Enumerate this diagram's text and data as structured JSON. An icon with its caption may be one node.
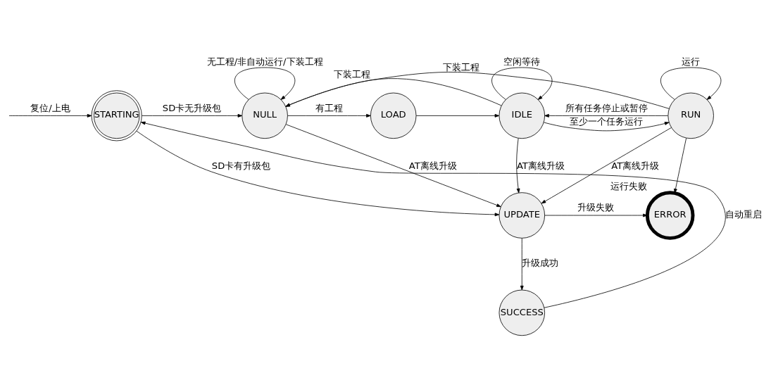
{
  "diagram": {
    "nodes": [
      {
        "text": [
          "STARTING"
        ]
      },
      {
        "text": [
          "NULL"
        ]
      },
      {
        "text": [
          "LOAD"
        ]
      },
      {
        "text": [
          "IDLE"
        ]
      },
      {
        "text": [
          "RUN"
        ]
      },
      {
        "text": [
          "UPDATE"
        ]
      },
      {
        "text": [
          "SUCCESS"
        ]
      },
      {
        "text": [
          "ERROR"
        ],
        "beside": [
          "运行失败"
        ]
      }
    ],
    "edges": [
      {
        "from": null,
        "to": 0,
        "arrow": "to",
        "label": "复位/上电"
      },
      {
        "from": 0,
        "to": 1,
        "arrow": "to",
        "label": "SD卡无升级包"
      },
      {
        "from": 1,
        "to": 1,
        "arrow": "to",
        "label": "无工程/非自动运行/下装工程"
      },
      {
        "from": 1,
        "to": 2,
        "arrow": "to",
        "label": "有工程"
      },
      {
        "from": 2,
        "to": 3,
        "arrow": "to"
      },
      {
        "from": 3,
        "to": 3,
        "arrow": "to",
        "label": "空闲等待"
      },
      {
        "from": 3,
        "to": 4,
        "arrow": "to",
        "label": "至少一个任务运行"
      },
      {
        "from": 4,
        "to": 3,
        "arrow": "to",
        "label": "所有任务停止或暂停"
      },
      {
        "from": 4,
        "to": 4,
        "arrow": "to",
        "label": "运行"
      },
      {
        "from": 4,
        "to": 1,
        "arrow": "to",
        "label": "下装工程"
      },
      {
        "from": 3,
        "to": 1,
        "arrow": "to",
        "label": "下装工程"
      },
      {
        "from": 0,
        "to": 5,
        "arrow": "to",
        "label": "SD卡有升级包"
      },
      {
        "from": 1,
        "to": 5,
        "arrow": "to",
        "label": "AT离线升级"
      },
      {
        "from": 3,
        "to": 5,
        "arrow": "to",
        "label": "AT离线升级"
      },
      {
        "from": 4,
        "to": 5,
        "arrow": "to",
        "label": "AT离线升级"
      },
      {
        "from": 4,
        "to": 7,
        "arrow": "to"
      },
      {
        "from": 5,
        "to": 6,
        "arrow": "to",
        "label": "升级成功"
      },
      {
        "from": 5,
        "to": 7,
        "arrow": "to",
        "label": "升级失败"
      },
      {
        "from": 6,
        "to": 0,
        "arrow": "to",
        "label": "自动重启"
      }
    ]
  }
}
